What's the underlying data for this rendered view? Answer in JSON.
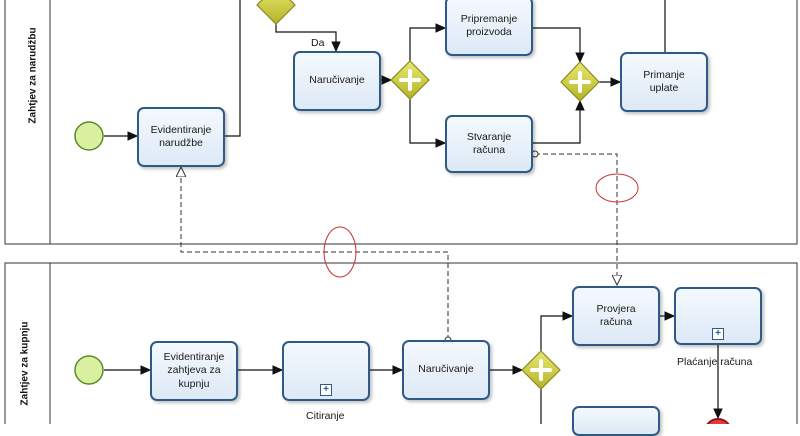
{
  "pools": {
    "top": {
      "label": "Zahtjev za narudžbu"
    },
    "bottom": {
      "label": "Zahtjev za kupnju"
    }
  },
  "tasks": {
    "pripremanje": "Pripremanje\nproizvoda",
    "narucivanje_top": "Naručivanje",
    "evidentiranje_top": "Evidentiranje\nnarudžbe",
    "stvaranje": "Stvaranje\nračuna",
    "primanje": "Primanje\nuplate",
    "evidentiranje_bottom": "Evidentiranje\nzahtjeva za\nkupnju",
    "citiranje": "",
    "narucivanje_bottom": "Naručivanje",
    "provjera": "Provjera\nračuna",
    "placanje": ""
  },
  "labels": {
    "da": "Da",
    "citiranje": "Citiranje",
    "placanje": "Plaćanje računa"
  },
  "colors": {
    "task_border": "#2e5a87",
    "gateway_fill": "#c8c83a",
    "start_fill": "#d8f0a0",
    "annotation": "#d03030"
  }
}
